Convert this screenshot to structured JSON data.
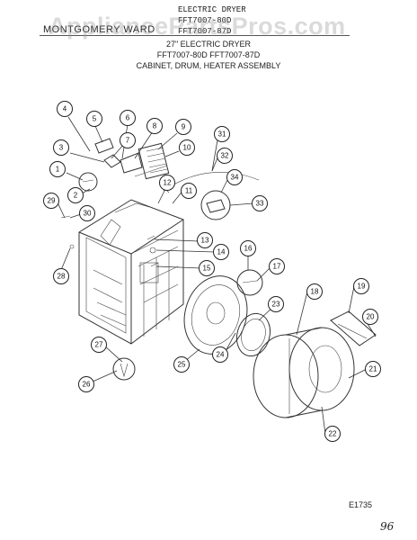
{
  "header": {
    "brand": "MONTGOMERY WARD",
    "top_line1": "ELECTRIC DRYER",
    "top_line2": "FFT7007-80D",
    "top_line3": "FFT7007-87D"
  },
  "subtitle": {
    "line1": "27\" ELECTRIC DRYER",
    "line2": "FFT7007-80D   FFT7007-87D",
    "line3": "CABINET, DRUM, HEATER ASSEMBLY"
  },
  "watermark": "AppliancePartsPros.com",
  "diagram_code": "E1735",
  "handwritten_note": "96",
  "callouts": [
    "1",
    "2",
    "3",
    "4",
    "5",
    "6",
    "7",
    "8",
    "9",
    "10",
    "11",
    "12",
    "13",
    "14",
    "15",
    "16",
    "17",
    "18",
    "19",
    "20",
    "21",
    "22",
    "23",
    "24",
    "25",
    "26",
    "27",
    "28",
    "29",
    "30",
    "31",
    "32",
    "33",
    "34"
  ]
}
